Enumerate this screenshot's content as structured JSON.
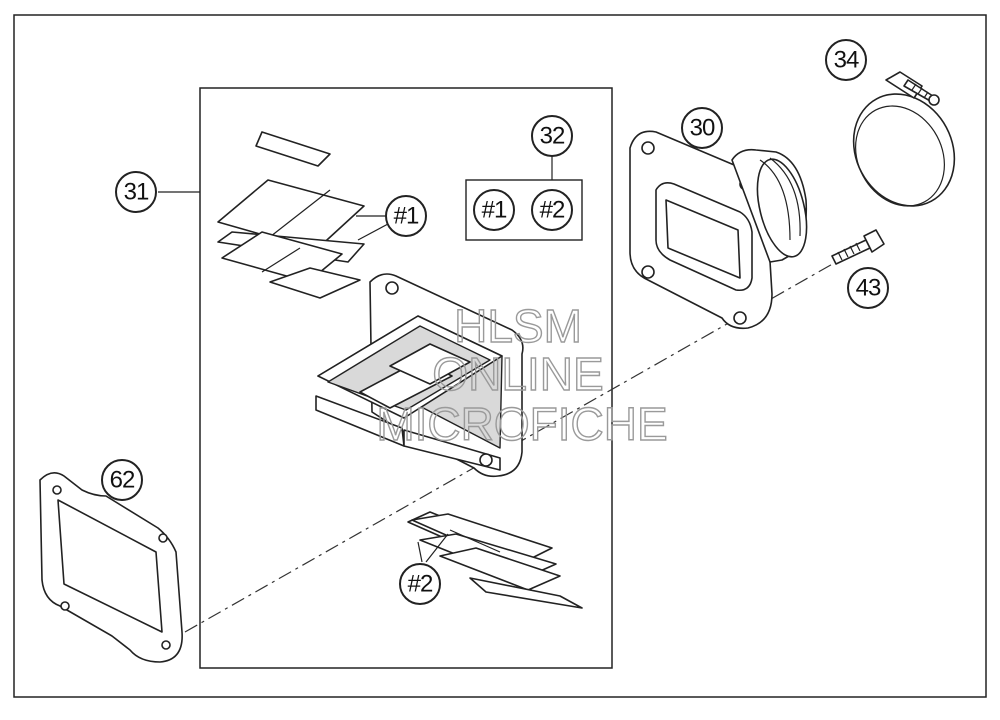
{
  "watermark": {
    "line1": "HLSM",
    "line2": "ONLINE",
    "line3": "MICROFICHE"
  },
  "callouts": {
    "c30": "30",
    "c31": "31",
    "c32": "32",
    "c34": "34",
    "c43": "43",
    "c62": "62",
    "kit1": "#1",
    "kit2": "#2",
    "group1": "#1",
    "group2": "#2"
  },
  "colors": {
    "line": "#222222",
    "shade": "#d9d9d9",
    "watermark": "#9a9a9a"
  }
}
